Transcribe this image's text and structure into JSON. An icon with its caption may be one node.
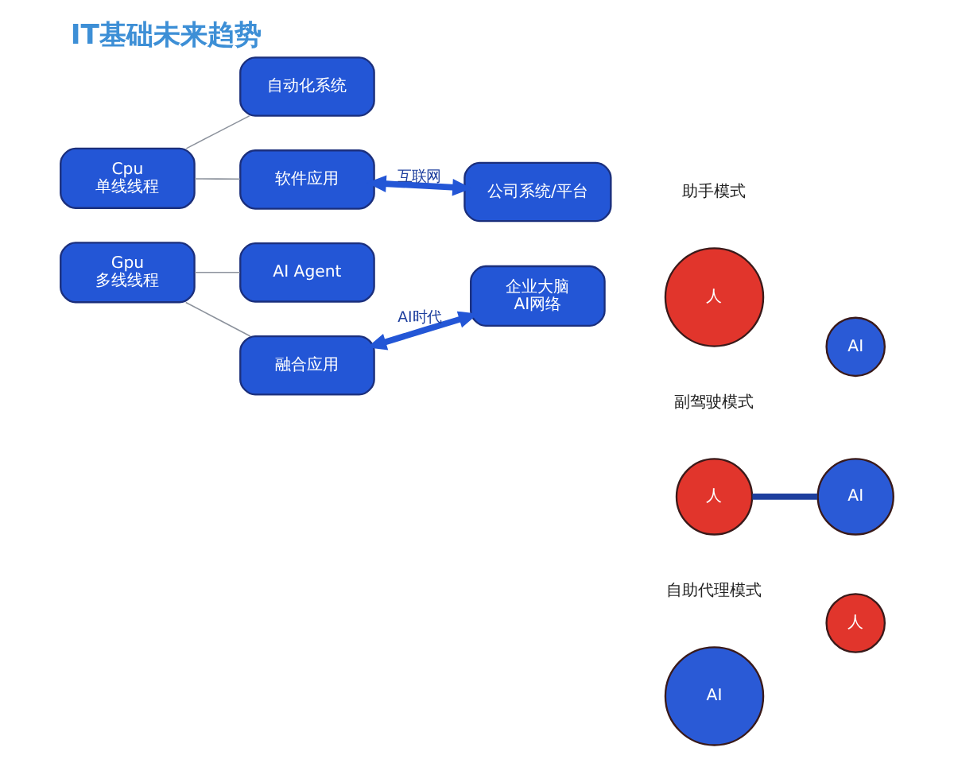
{
  "diagram": {
    "title": "IT基础未来趋势",
    "nodes": [
      {
        "text": [
          "Cpu",
          "单线线程"
        ]
      },
      {
        "text": [
          "自动化系统"
        ]
      },
      {
        "text": [
          "软件应用"
        ]
      },
      {
        "text": [
          "公司系统/平台"
        ]
      },
      {
        "text": [
          "Gpu",
          "多线线程"
        ]
      },
      {
        "text": [
          "AI Agent"
        ]
      },
      {
        "text": [
          "融合应用"
        ]
      },
      {
        "text": [
          "企业大脑",
          "AI网络"
        ]
      },
      {
        "text": [
          "人"
        ]
      },
      {
        "text": [
          "AI"
        ]
      },
      {
        "text": [
          "人"
        ]
      },
      {
        "text": [
          "AI"
        ]
      },
      {
        "text": [
          "AI"
        ]
      },
      {
        "text": [
          "人"
        ]
      }
    ],
    "edges": [
      {
        "from": 0,
        "to": 1,
        "arrow": "none"
      },
      {
        "from": 0,
        "to": 2,
        "arrow": "none"
      },
      {
        "from": 2,
        "to": 3,
        "arrow": "both",
        "label": "互联网",
        "style": "thick",
        "color": "#2356d6"
      },
      {
        "from": 4,
        "to": 5,
        "arrow": "none"
      },
      {
        "from": 4,
        "to": 6,
        "arrow": "none"
      },
      {
        "from": 6,
        "to": 7,
        "arrow": "both",
        "label": "AI时代",
        "style": "thick",
        "color": "#2356d6"
      },
      {
        "from": 10,
        "to": 11,
        "arrow": "none",
        "style": "thick",
        "color": "#1e3f9e"
      }
    ],
    "labels": [
      "助手模式",
      "副驾驶模式",
      "自助代理模式"
    ]
  }
}
